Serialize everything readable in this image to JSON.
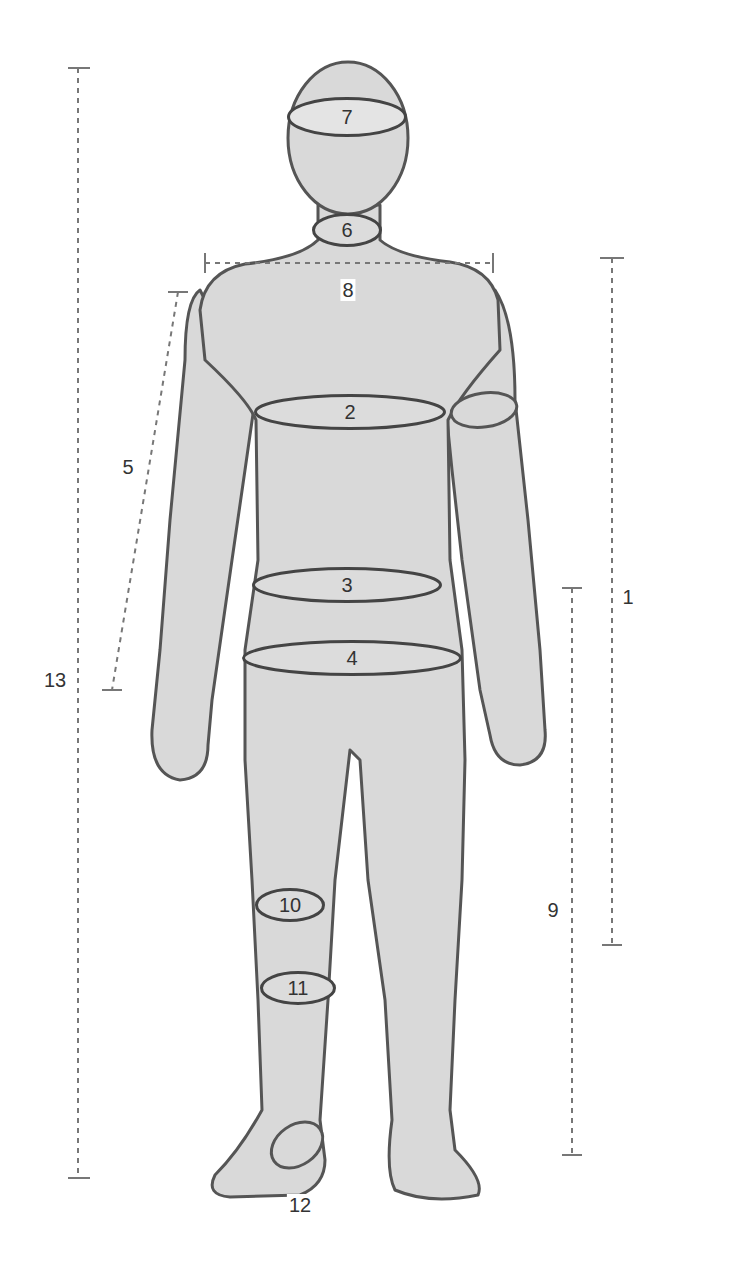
{
  "diagram": {
    "nodes": [
      {
        "text": [
          "7"
        ]
      },
      {
        "text": [
          "6"
        ]
      },
      {
        "text": [
          "2"
        ]
      },
      {
        "text": [
          "3"
        ]
      },
      {
        "text": [
          "4"
        ]
      },
      {
        "text": [
          "10"
        ]
      },
      {
        "text": [
          "11"
        ]
      }
    ],
    "labels": [
      "8",
      "5",
      "1",
      "13",
      "9",
      "12"
    ]
  }
}
